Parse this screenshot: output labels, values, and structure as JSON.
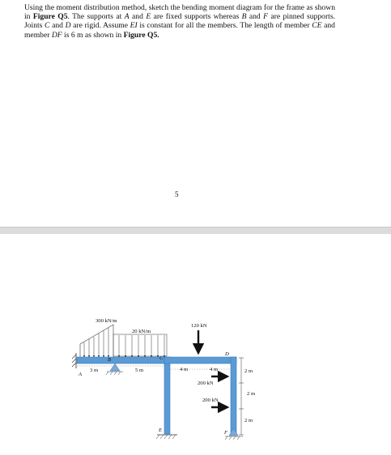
{
  "question": {
    "seg1": "Using the moment distribution method, sketch the bending moment diagram for the frame as shown in ",
    "fig_ref_1": "Figure Q5",
    "seg2": ". The supports at ",
    "A": "A",
    "and1": " and ",
    "E": "E",
    "seg3": " are fixed supports whereas ",
    "B": "B",
    "and2": " and ",
    "F": "F",
    "seg4": " are pinned supports. Joints ",
    "C": "C",
    "and3": " and ",
    "D": "D",
    "seg5": " are rigid. Assume ",
    "EI": "EI",
    "seg6": " is constant for all the members. The length of member ",
    "CE": "CE",
    "and4": " and member ",
    "DF": "DF",
    "seg7": " is 6 m as shown in ",
    "fig_ref_2": "Figure Q5."
  },
  "page_number": "5",
  "figure": {
    "loads": {
      "udl_left": "300 kN/m",
      "udl_mid": "20 kN/m",
      "point_top": "120 kN",
      "horiz_upper": "200 kN",
      "horiz_lower": "200 kN"
    },
    "nodes": {
      "A": "A",
      "B": "B",
      "C": "C",
      "D": "D",
      "E": "E",
      "F": "F"
    },
    "dims": {
      "ab": "3 m",
      "bc": "5 m",
      "c_load": "4 m",
      "load_d": "4 m",
      "v1": "2 m",
      "v2": "2 m",
      "v3": "2 m"
    },
    "colors": {
      "member": "#5b9bd5",
      "member_edge": "#3a7bbf",
      "support": "#7fa9d6"
    }
  }
}
